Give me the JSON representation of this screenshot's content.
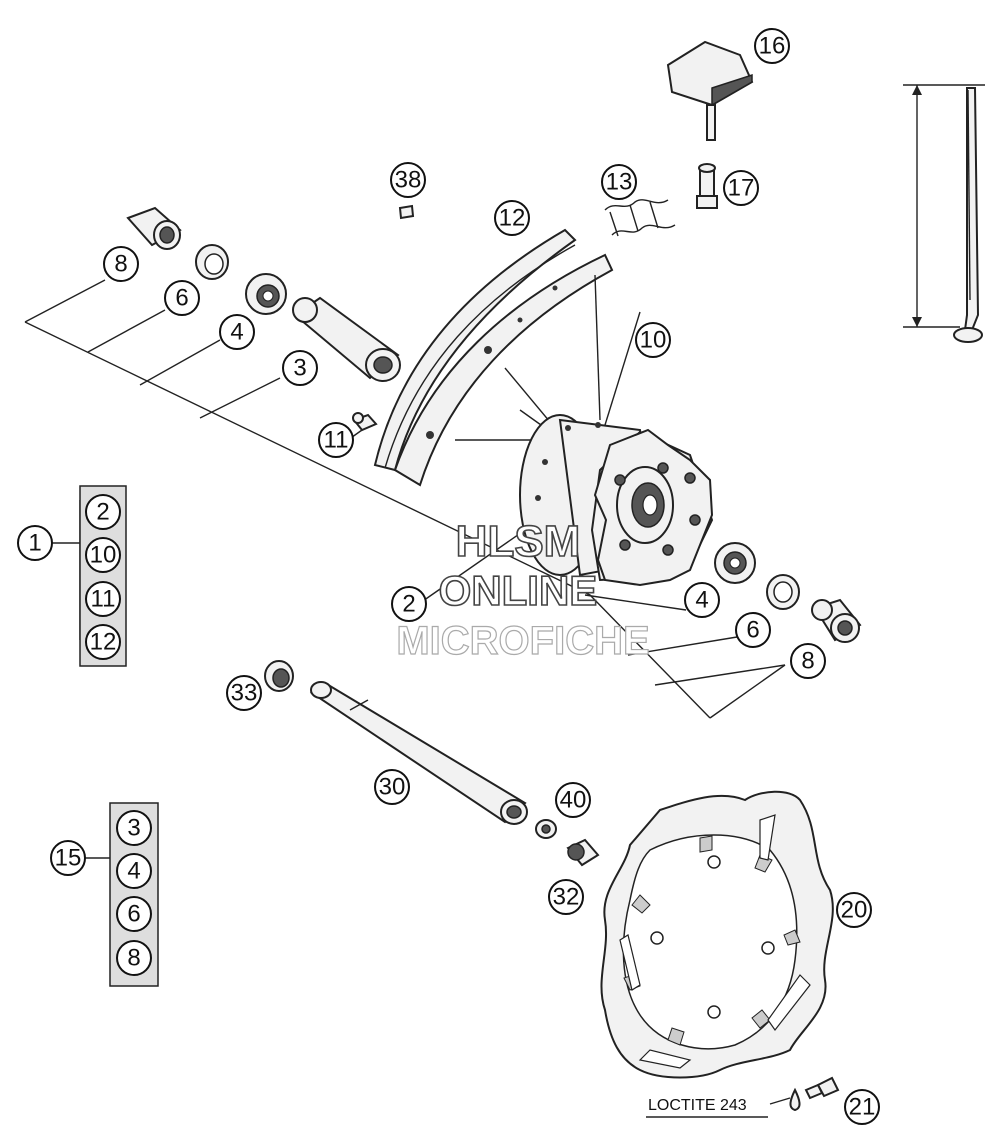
{
  "callouts": {
    "c16": "16",
    "c17": "17",
    "c13": "13",
    "c38": "38",
    "c12": "12",
    "c8a": "8",
    "c6a": "6",
    "c4a": "4",
    "c3a": "3",
    "c10": "10",
    "c11": "11",
    "c1": "1",
    "c2": "2",
    "c4b": "4",
    "c6b": "6",
    "c8b": "8",
    "c33": "33",
    "c30": "30",
    "c40": "40",
    "c32": "32",
    "c15": "15",
    "c20": "20",
    "c21": "21"
  },
  "group1": {
    "items": [
      "2",
      "10",
      "11",
      "12"
    ]
  },
  "group15": {
    "items": [
      "3",
      "4",
      "6",
      "8"
    ]
  },
  "note": {
    "loctite": "LOCTITE 243"
  },
  "watermark": {
    "line1": "HLSM",
    "line2": "ONLINE",
    "line3": "MICROFICHE"
  }
}
